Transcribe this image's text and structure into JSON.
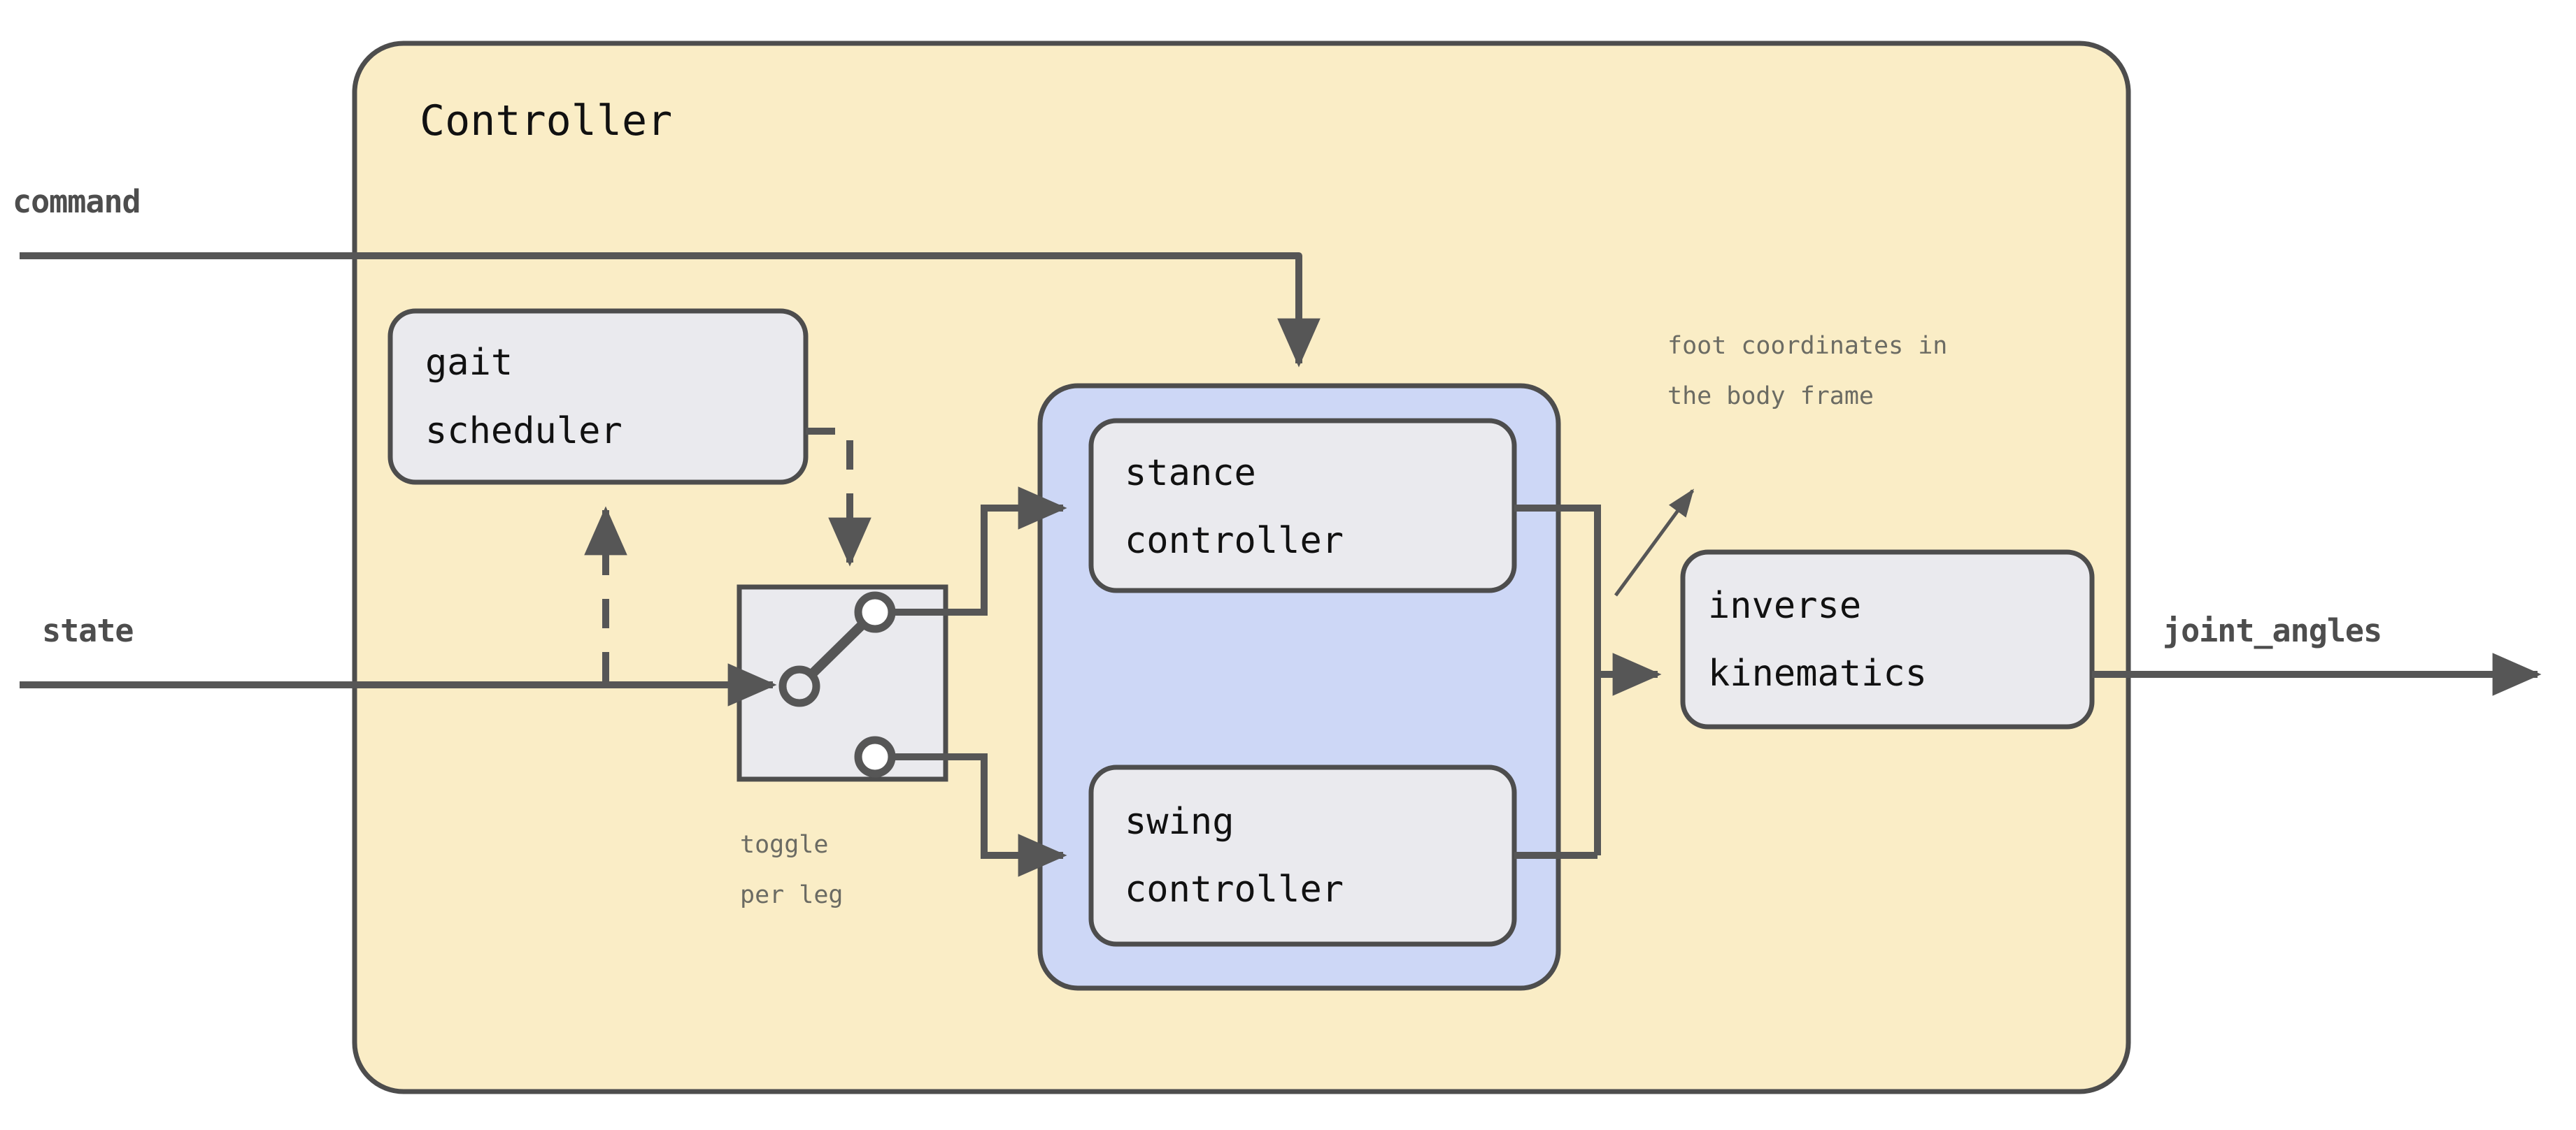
{
  "diagram": {
    "title": "Controller",
    "colors": {
      "container_fill": "#FAEDC6",
      "container_stroke": "#4d4d4d",
      "group_fill": "#CDD7F6",
      "group_stroke": "#4d4d4d",
      "node_fill": "#EAEAEE",
      "node_stroke": "#4d4d4d",
      "edge": "#565656",
      "note_text": "#6b6b63",
      "io_text": "#4d4d4d",
      "node_text": "#111111"
    },
    "io": {
      "inputs": [
        {
          "name": "command",
          "label": "command"
        },
        {
          "name": "state",
          "label": "state"
        }
      ],
      "outputs": [
        {
          "name": "joint_angles",
          "label": "joint_angles"
        }
      ]
    },
    "nodes": [
      {
        "id": "gait_scheduler",
        "label_line1": "gait",
        "label_line2": "scheduler"
      },
      {
        "id": "stance_controller",
        "label_line1": "stance",
        "label_line2": "controller"
      },
      {
        "id": "swing_controller",
        "label_line1": "swing",
        "label_line2": "controller"
      },
      {
        "id": "inverse_kinematics",
        "label_line1": "inverse",
        "label_line2": "kinematics"
      }
    ],
    "switch": {
      "id": "toggle",
      "note_line1": "toggle",
      "note_line2": "per leg",
      "position": "upper"
    },
    "annotations": [
      {
        "id": "foot_coordinates",
        "line1": "foot coordinates in",
        "line2": "the body frame"
      }
    ]
  }
}
